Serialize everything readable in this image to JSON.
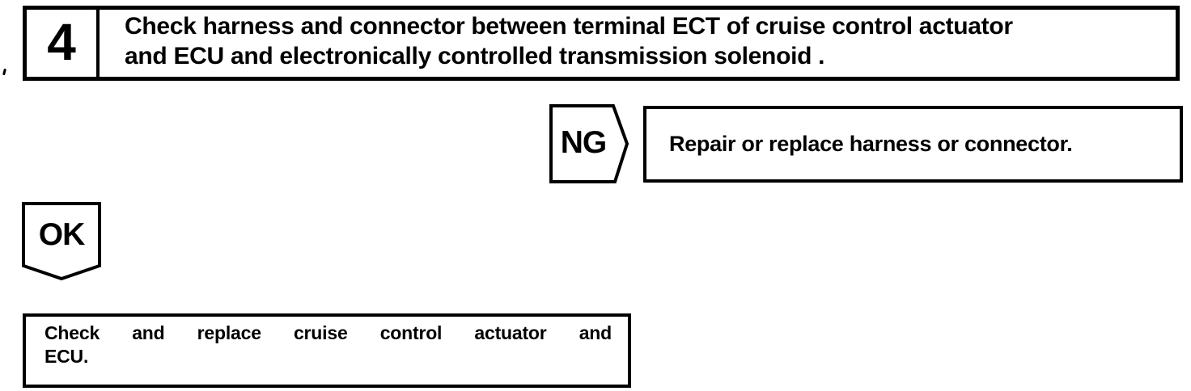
{
  "theme": {
    "ink": "#000000",
    "paper": "#ffffff"
  },
  "flowchart": {
    "step": {
      "number": "4",
      "instruction_line1": "Check harness and connector between terminal ECT of cruise control actuator",
      "instruction_line2": "and ECU and electronically controlled transmission solenoid ."
    },
    "ng_branch": {
      "label": "NG",
      "action": "Repair or replace harness or connector."
    },
    "ok_branch": {
      "label": "OK",
      "action_line1": "Check and replace cruise control actuator and",
      "action_line2": "ECU."
    }
  }
}
